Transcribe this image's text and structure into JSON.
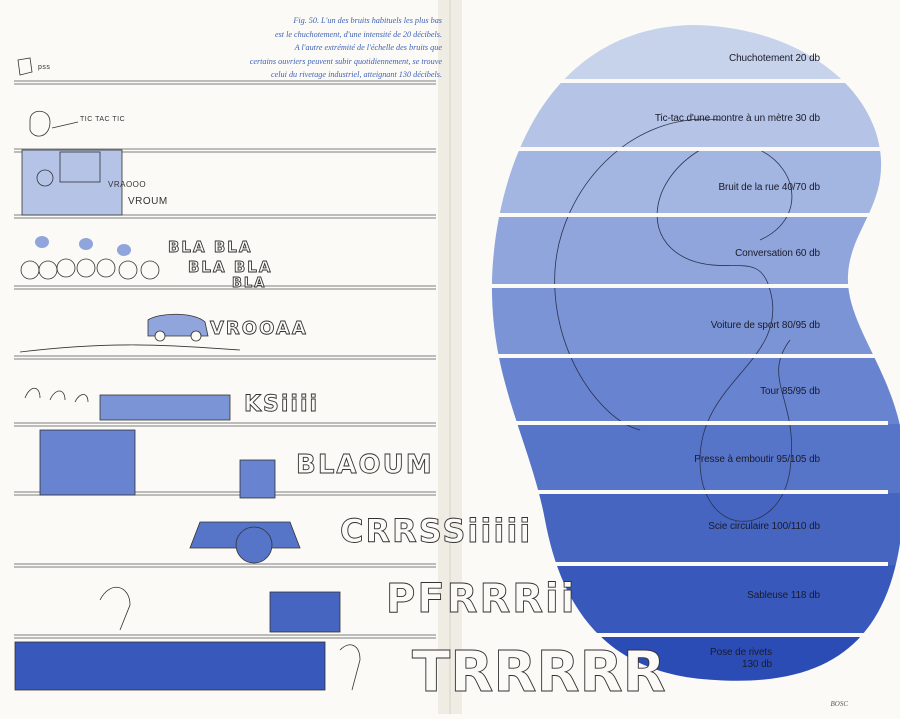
{
  "caption": {
    "lines": [
      "Fig. 50. L'un des bruits habituels les plus bas",
      "est le chuchotement, d'une intensité de 20 décibels.",
      "A l'autre extrémité de l'échelle des bruits que",
      "certains ouvriers peuvent subir quotidiennement, se trouve",
      "celui du rivetage industriel, atteignant 130 décibels."
    ]
  },
  "levels": [
    {
      "label": "Chuchotement 20 db",
      "color": "#c7d2eb"
    },
    {
      "label": "Tic-tac d'une montre à un mètre 30 db",
      "color": "#b5c3e6"
    },
    {
      "label": "Bruit de la rue 40/70 db",
      "color": "#a3b5e1"
    },
    {
      "label": "Conversation 60 db",
      "color": "#8fa5db"
    },
    {
      "label": "Voiture de sport 80/95 db",
      "color": "#7b94d5"
    },
    {
      "label": "Tour 85/95 db",
      "color": "#6883cf"
    },
    {
      "label": "Presse à emboutir 95/105 db",
      "color": "#5674c8"
    },
    {
      "label": "Scie circulaire 100/110 db",
      "color": "#4565c1"
    },
    {
      "label": "Sableuse 118 db",
      "color": "#3858bb"
    },
    {
      "label": "Pose de rivets",
      "label2": "130 db",
      "color": "#2c4cb5"
    }
  ],
  "sounds": {
    "pss": "pss",
    "tictac": "TIC TAC TIC",
    "vraooo": "VRAOOO",
    "vroum": "VROUM",
    "bla1": "BLA BLA",
    "bla2": "BLA BLA",
    "bla3": "BLA",
    "vrooaa": "VROOAA",
    "ksiii": "KSiiii",
    "blaoum": "BLAOUM",
    "crrs": "CRRSSiiiii",
    "pfrrr": "PFRRRii",
    "trrr": "TRRRRR"
  },
  "signature": "BOSC"
}
